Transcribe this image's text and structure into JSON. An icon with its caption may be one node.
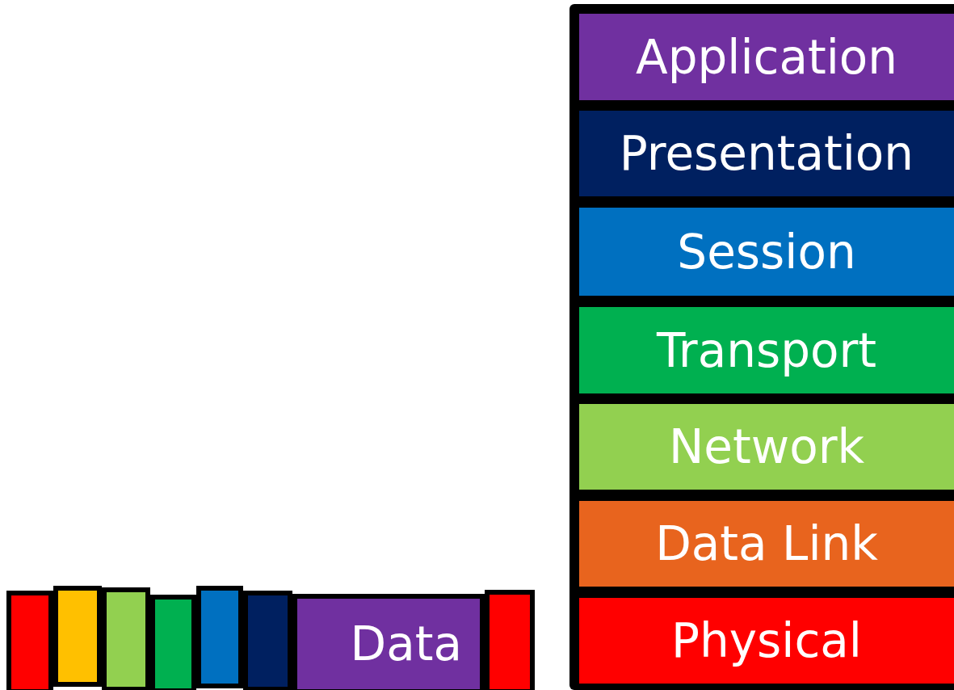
{
  "diagram": {
    "nodes": [
      {
        "text": [
          "Application"
        ]
      },
      {
        "text": [
          "Presentation"
        ]
      },
      {
        "text": [
          "Session"
        ]
      },
      {
        "text": [
          "Transport"
        ]
      },
      {
        "text": [
          "Network"
        ]
      },
      {
        "text": [
          "Data Link"
        ]
      },
      {
        "text": [
          "Physical"
        ]
      },
      {
        "text": [],
        "shape": "box"
      },
      {
        "text": [],
        "shape": "box"
      },
      {
        "text": [],
        "shape": "box"
      },
      {
        "text": [],
        "shape": "box"
      },
      {
        "text": [],
        "shape": "box"
      },
      {
        "text": [],
        "shape": "box"
      },
      {
        "text": [
          "Data"
        ]
      },
      {
        "text": [],
        "shape": "box"
      }
    ]
  }
}
